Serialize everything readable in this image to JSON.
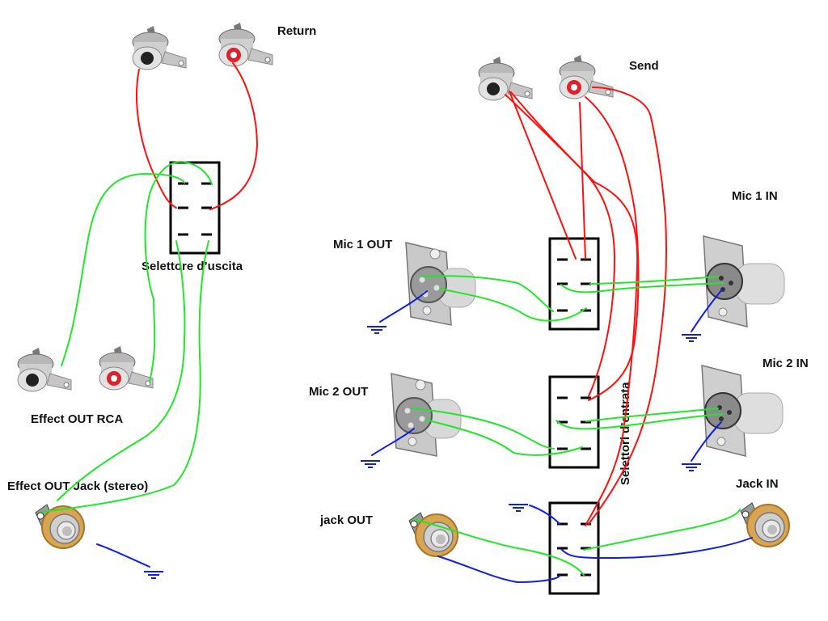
{
  "labels": {
    "return": "Return",
    "send": "Send",
    "output_selector": "Selettore d’uscita",
    "input_selectors": "Selettori d’entrata",
    "effect_out_rca": "Effect OUT RCA",
    "effect_out_jack": "Effect OUT Jack (stereo)",
    "mic1_out": "Mic 1 OUT",
    "mic2_out": "Mic 2 OUT",
    "jack_out": "jack OUT",
    "mic1_in": "Mic 1 IN",
    "mic2_in": "Mic 2 IN",
    "jack_in": "Jack IN"
  },
  "components": [
    {
      "id": "return-rca-black",
      "type": "rca-jack",
      "color": "black",
      "group": "Return"
    },
    {
      "id": "return-rca-red",
      "type": "rca-jack",
      "color": "red",
      "group": "Return"
    },
    {
      "id": "send-rca-black",
      "type": "rca-jack",
      "color": "black",
      "group": "Send"
    },
    {
      "id": "send-rca-red",
      "type": "rca-jack",
      "color": "red",
      "group": "Send"
    },
    {
      "id": "effect-out-rca-black",
      "type": "rca-jack",
      "color": "black",
      "group": "Effect OUT RCA"
    },
    {
      "id": "effect-out-rca-red",
      "type": "rca-jack",
      "color": "red",
      "group": "Effect OUT RCA"
    },
    {
      "id": "effect-out-jack",
      "type": "stereo-jack",
      "group": "Effect OUT Jack (stereo)"
    },
    {
      "id": "mic1-out",
      "type": "xlr-male",
      "group": "Mic 1 OUT"
    },
    {
      "id": "mic2-out",
      "type": "xlr-male",
      "group": "Mic 2 OUT"
    },
    {
      "id": "jack-out",
      "type": "mono-jack",
      "group": "jack OUT"
    },
    {
      "id": "mic1-in",
      "type": "xlr-female",
      "group": "Mic 1 IN"
    },
    {
      "id": "mic2-in",
      "type": "xlr-female",
      "group": "Mic 2 IN"
    },
    {
      "id": "jack-in",
      "type": "mono-jack",
      "group": "Jack IN"
    },
    {
      "id": "output-selector-switch",
      "type": "dpdt-switch-6pin",
      "group": "Selettore d’uscita"
    },
    {
      "id": "mic1-selector-switch",
      "type": "dpdt-switch-6pin",
      "group": "Selettori d’entrata"
    },
    {
      "id": "mic2-selector-switch",
      "type": "dpdt-switch-6pin",
      "group": "Selettori d’entrata"
    },
    {
      "id": "jack-selector-switch",
      "type": "dpdt-switch-6pin",
      "group": "Selettori d’entrata"
    }
  ],
  "wire_colors": {
    "signal_send_return": "#ff1010",
    "signal_audio": "#22e62a",
    "ground": "#1020e0"
  }
}
